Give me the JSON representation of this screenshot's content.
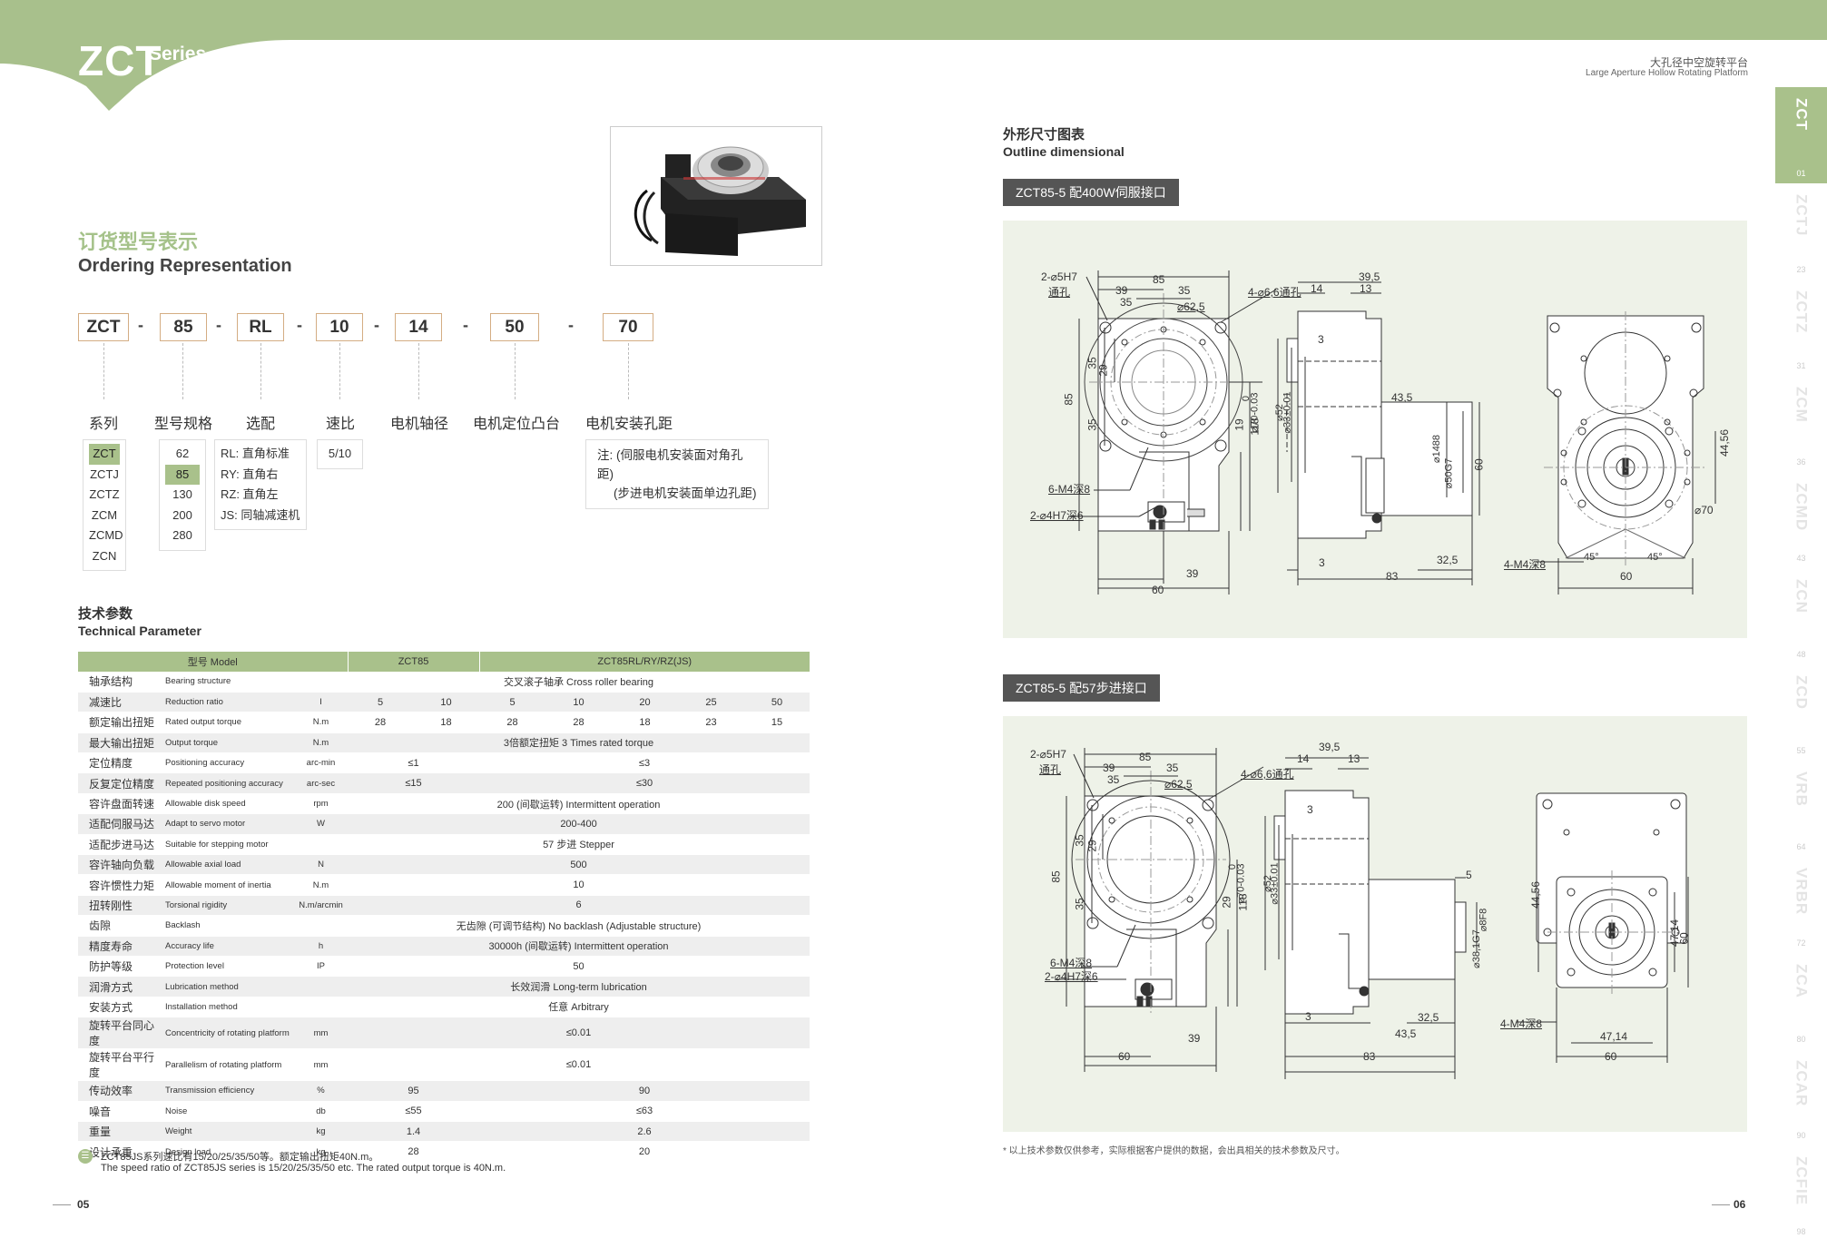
{
  "header": {
    "series_title": "ZCT",
    "series_sub": "Series",
    "cn": "大孔径中空旋转平台",
    "en": "Large Aperture Hollow Rotating Platform"
  },
  "ordering": {
    "title_cn": "订货型号表示",
    "title_en": "Ordering  Representation",
    "codes": [
      "ZCT",
      "85",
      "RL",
      "10",
      "14",
      "50",
      "70"
    ],
    "dash": "-",
    "categories": [
      "系列",
      "型号规格",
      "选配",
      "速比",
      "电机轴径",
      "电机定位凸台",
      "电机安装孔距"
    ],
    "series_options": [
      "ZCT",
      "ZCTJ",
      "ZCTZ",
      "ZCM",
      "ZCMD",
      "ZCN"
    ],
    "size_options": [
      "62",
      "85",
      "130",
      "200",
      "280"
    ],
    "config_options": [
      "RL: 直角标准",
      "RY: 直角右",
      "RZ: 直角左",
      "JS: 同轴减速机"
    ],
    "ratio_options": [
      "5/10"
    ],
    "note_line1": "注: (伺服电机安装面对角孔距)",
    "note_line2": "(步进电机安装面单边孔距)"
  },
  "tech": {
    "title_cn": "技术参数",
    "title_en": "Technical Parameter",
    "head_model": "型号 Model",
    "head_a": "ZCT85",
    "head_b": "ZCT85RL/RY/RZ(JS)",
    "rows": [
      {
        "cn": "轴承结构",
        "en": "Bearing structure",
        "unit": "",
        "merged": "交叉滚子轴承 Cross roller bearing"
      },
      {
        "cn": "减速比",
        "en": "Reduction ratio",
        "unit": "I",
        "cells": [
          "5",
          "10",
          "5",
          "10",
          "20",
          "25",
          "50"
        ]
      },
      {
        "cn": "额定输出扭矩",
        "en": "Rated output torque",
        "unit": "N.m",
        "cells": [
          "28",
          "18",
          "28",
          "28",
          "18",
          "23",
          "15"
        ]
      },
      {
        "cn": "最大输出扭矩",
        "en": "Output torque",
        "unit": "N.m",
        "merged": "3倍额定扭矩 3 Times rated torque"
      },
      {
        "cn": "定位精度",
        "en": "Positioning accuracy",
        "unit": "arc-min",
        "a": "≤1",
        "b": "≤3"
      },
      {
        "cn": "反复定位精度",
        "en": "Repeated positioning accuracy",
        "unit": "arc-sec",
        "a": "≤15",
        "b": "≤30"
      },
      {
        "cn": "容许盘面转速",
        "en": "Allowable disk speed",
        "unit": "rpm",
        "merged": "200 (间歇运转) Intermittent operation"
      },
      {
        "cn": "适配伺服马达",
        "en": "Adapt to servo motor",
        "unit": "W",
        "merged": "200-400"
      },
      {
        "cn": "适配步进马达",
        "en": "Suitable for stepping motor",
        "unit": "",
        "merged": "57 步进 Stepper"
      },
      {
        "cn": "容许轴向负载",
        "en": "Allowable axial load",
        "unit": "N",
        "merged": "500"
      },
      {
        "cn": "容许惯性力矩",
        "en": "Allowable moment of inertia",
        "unit": "N.m",
        "merged": "10"
      },
      {
        "cn": "扭转刚性",
        "en": "Torsional rigidity",
        "unit": "N.m/arcmin",
        "merged": "6"
      },
      {
        "cn": "齿隙",
        "en": "Backlash",
        "unit": "",
        "merged": "无齿隙 (可调节结构) No backlash (Adjustable structure)"
      },
      {
        "cn": "精度寿命",
        "en": "Accuracy life",
        "unit": "h",
        "merged": "30000h (间歇运转) Intermittent operation"
      },
      {
        "cn": "防护等级",
        "en": "Protection level",
        "unit": "IP",
        "merged": "50"
      },
      {
        "cn": "润滑方式",
        "en": "Lubrication method",
        "unit": "",
        "merged": "长效润滑 Long-term lubrication"
      },
      {
        "cn": "安装方式",
        "en": "Installation method",
        "unit": "",
        "merged": "任意 Arbitrary"
      },
      {
        "cn": "旋转平台同心度",
        "en": "Concentricity of rotating platform",
        "unit": "mm",
        "merged": "≤0.01"
      },
      {
        "cn": "旋转平台平行度",
        "en": "Parallelism of rotating platform",
        "unit": "mm",
        "merged": "≤0.01"
      },
      {
        "cn": "传动效率",
        "en": "Transmission efficiency",
        "unit": "%",
        "a": "95",
        "b": "90"
      },
      {
        "cn": "噪音",
        "en": "Noise",
        "unit": "db",
        "a": "≤55",
        "b": "≤63"
      },
      {
        "cn": "重量",
        "en": "Weight",
        "unit": "kg",
        "a": "1.4",
        "b": "2.6"
      },
      {
        "cn": "设计承重",
        "en": "Design load",
        "unit": "kg",
        "a": "28",
        "b": "20"
      }
    ],
    "note_cn": "ZCT85JS系列速比有15/20/25/35/50等。额定输出扭矩40N.m。",
    "note_en": "The speed ratio of ZCT85JS series is 15/20/25/35/50 etc. The rated output torque is 40N.m."
  },
  "outline": {
    "title_cn": "外形尺寸图表",
    "title_en": "Outline dimensional",
    "label_servo": "ZCT85-5 配400W伺服接口",
    "label_stepper": "ZCT85-5 配57步进接口",
    "footnote": "* 以上技术参数仅供参考，实际根据客户提供的数据，会出具相关的技术参数及尺寸。",
    "d1": {
      "top_hole": "2-⌀5H7",
      "top_hole2": "通孔",
      "w85": "85",
      "w39": "39",
      "w35a": "35",
      "w35b": "35",
      "d625": "⌀62,5",
      "holes66": "4-⌀6,6通孔",
      "h35a": "35",
      "h29": "29",
      "h85": "85",
      "h35b": "35",
      "m4": "6-M4深8",
      "h7": "2-⌀4H7深6",
      "b39": "39",
      "b60": "60",
      "h118": "118",
      "h19": "19",
      "s395": "39,5",
      "s14": "14",
      "s13": "13",
      "s3a": "3",
      "s70": "⌀70-0.03",
      "s52": "⌀52",
      "s33": "⌀33±0.01",
      "s0": "0",
      "s435": "43,5",
      "s1488": "⌀1488",
      "s50g7": "⌀50G7",
      "s60v": "60",
      "s3b": "3",
      "s83": "83",
      "s325": "32,5",
      "m4b": "4-M4深8",
      "a45a": "45°",
      "a45b": "45°",
      "r60": "60",
      "r4456": "44,56",
      "r70": "⌀70"
    },
    "d2": {
      "top_hole": "2-⌀5H7",
      "top_hole2": "通孔",
      "w85": "85",
      "w39": "39",
      "w35a": "35",
      "w35b": "35",
      "d625": "⌀62,5",
      "holes66": "4-⌀6,6通孔",
      "h35a": "35",
      "h29": "29",
      "h85": "85",
      "h35b": "35",
      "m4": "6-M4深8",
      "h7": "2-⌀4H7深6",
      "b39": "39",
      "b60": "60",
      "h118": "118",
      "h29b": "29",
      "s395": "39,5",
      "s14": "14",
      "s13": "13",
      "s3a": "3",
      "s70": "⌀70-0.03",
      "s52": "⌀52",
      "s33": "⌀33±0.01",
      "s0": "0",
      "s5": "5",
      "s8f8": "⌀8F8",
      "s381": "⌀38,1G7",
      "s3b": "3",
      "s435": "43,5",
      "s325": "32,5",
      "s83": "83",
      "m4b": "4-M4深8",
      "r4714": "47,14",
      "r4714b": "47,14",
      "r60": "60",
      "r60v": "60",
      "r4456": "44,56"
    }
  },
  "page_left": "05",
  "page_right": "06",
  "side_tabs": [
    {
      "label": "ZCT",
      "num": "01",
      "active": true
    },
    {
      "label": "ZCTJ",
      "num": "23"
    },
    {
      "label": "ZCTZ",
      "num": "31"
    },
    {
      "label": "ZCM",
      "num": "36"
    },
    {
      "label": "ZCMD",
      "num": "43"
    },
    {
      "label": "ZCN",
      "num": "48"
    },
    {
      "label": "ZCD",
      "num": "55"
    },
    {
      "label": "VRB",
      "num": "64"
    },
    {
      "label": "VRBR",
      "num": "72"
    },
    {
      "label": "ZCA",
      "num": "80"
    },
    {
      "label": "ZCAR",
      "num": "90"
    },
    {
      "label": "ZCFIE",
      "num": "98"
    }
  ],
  "colors": {
    "accent": "#a9c18b",
    "dark_label": "#555555",
    "panel": "#eef2e8"
  }
}
